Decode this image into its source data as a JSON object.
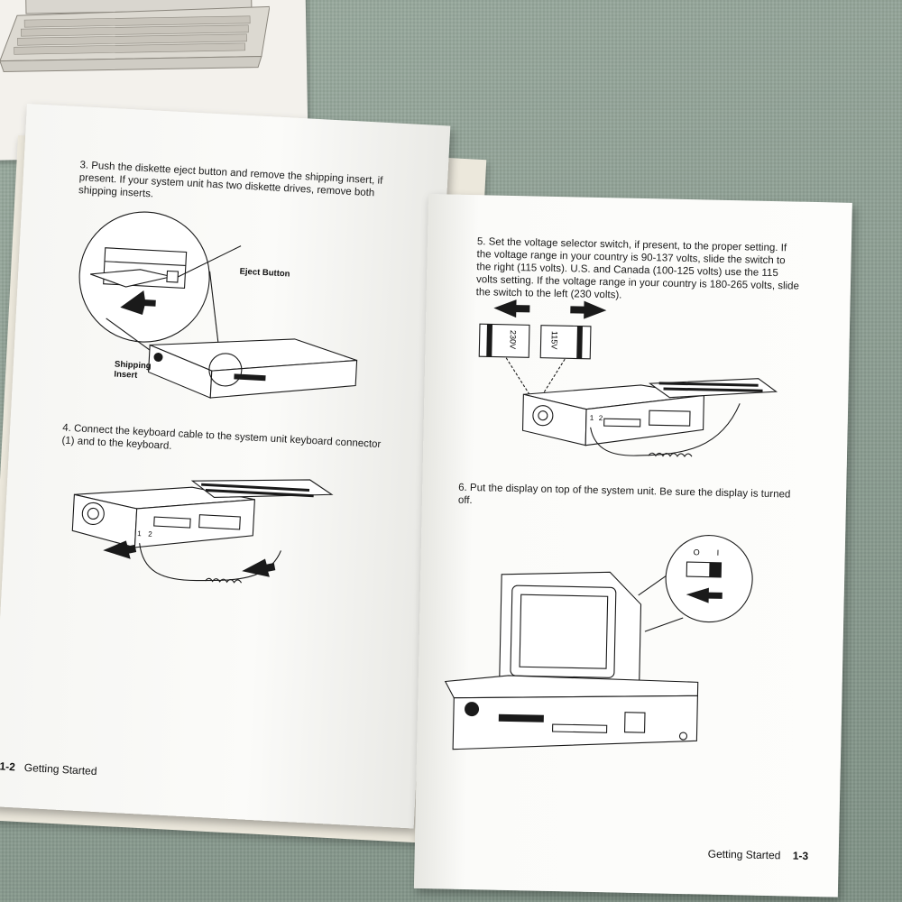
{
  "left_page": {
    "step3": {
      "number": "3.",
      "text": "Push the diskette eject button and remove the shipping insert, if present. If your system unit has two diskette drives, remove both shipping inserts."
    },
    "label_eject_button": "Eject Button",
    "label_shipping_insert": "Shipping Insert",
    "step4": {
      "number": "4.",
      "text": "Connect the keyboard cable to the system unit keyboard connector (1) and to the keyboard."
    },
    "connector_labels": [
      "1",
      "2"
    ],
    "footer": {
      "page_number": "1-2",
      "title": "Getting Started"
    }
  },
  "right_page": {
    "step5": {
      "number": "5.",
      "text": "Set the voltage selector switch, if present, to the proper setting. If the voltage range in your country is 90-137 volts, slide the switch to the right (115 volts). U.S. and Canada (100-125 volts) use the 115 volts setting. If the voltage range in your country is 180-265 volts, slide the switch to the left (230 volts)."
    },
    "switch_left_label": "230V",
    "switch_right_label": "115V",
    "connector_labels": [
      "1",
      "2"
    ],
    "step6": {
      "number": "6.",
      "text": "Put the display on top of the system unit. Be sure the display is turned off."
    },
    "power_switch_labels": [
      "O",
      "I"
    ],
    "footer": {
      "title": "Getting Started",
      "page_number": "1-3"
    }
  },
  "colors": {
    "tablecloth": "#8fa196",
    "paper": "#fbfbf9",
    "ink": "#1a1a1a"
  }
}
